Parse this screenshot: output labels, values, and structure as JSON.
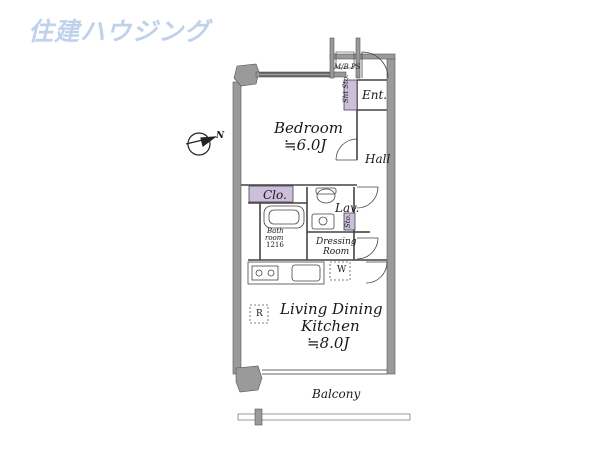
{
  "watermark": {
    "text": "住建ハウジング"
  },
  "rooms": {
    "bedroom": {
      "label": "Bedroom",
      "size": "≒6.0J"
    },
    "ldk": {
      "line1": "Living Dining",
      "line2": "Kitchen",
      "size": "≒8.0J"
    },
    "entrance": "Ent.",
    "hall": "Hall",
    "closet": "Clo.",
    "lavatory": "Lav.",
    "bathroom": {
      "line1": "Bath",
      "line2": "room",
      "line3": "1216"
    },
    "dressing": {
      "line1": "Dressing",
      "line2": "Room"
    },
    "balcony": "Balcony",
    "shoe_storage": "Sht Sto.",
    "meter_ps": "M/B PS",
    "refrigerator": "R",
    "washer": "W",
    "small_sto": "Sto."
  },
  "compass": {
    "label": "N"
  },
  "colors": {
    "wall": "#9a9a9a",
    "wall_edge": "#555555",
    "storage": "#CDBFDB",
    "watermark": "#3E73C7"
  }
}
